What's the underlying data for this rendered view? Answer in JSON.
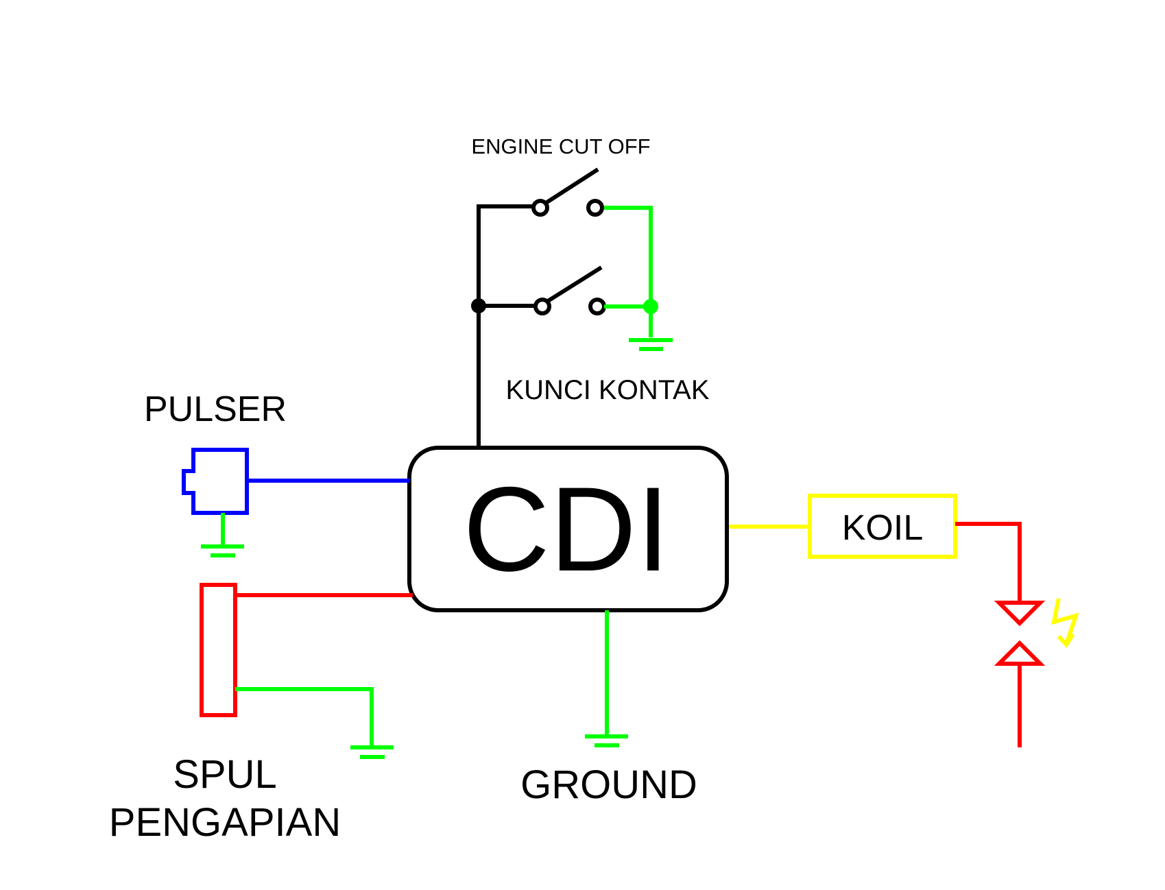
{
  "labels": {
    "engine_cut_off": "ENGINE CUT OFF",
    "kunci_kontak": "KUNCI KONTAK",
    "pulser": "PULSER",
    "cdi": "CDI",
    "koil": "KOIL",
    "spul_line1": "SPUL",
    "spul_line2": "PENGAPIAN",
    "ground": "GROUND"
  },
  "colors": {
    "black_wire": "#000000",
    "ground_wire": "#00ff00",
    "pulser_wire": "#0000ff",
    "spul_wire": "#ff0000",
    "koil_wire": "#ffff00",
    "spark": "#ffff00",
    "background": "#ffffff"
  },
  "components": [
    {
      "name": "CDI",
      "type": "control-unit"
    },
    {
      "name": "ENGINE CUT OFF",
      "type": "switch"
    },
    {
      "name": "KUNCI KONTAK",
      "type": "switch"
    },
    {
      "name": "PULSER",
      "type": "sensor"
    },
    {
      "name": "SPUL PENGAPIAN",
      "type": "coil"
    },
    {
      "name": "KOIL",
      "type": "ignition-coil"
    },
    {
      "name": "spark-plug",
      "type": "spark-gap"
    },
    {
      "name": "GROUND",
      "type": "ground"
    }
  ],
  "connections": [
    {
      "from": "CDI",
      "to": "ENGINE CUT OFF",
      "wire": "black"
    },
    {
      "from": "CDI",
      "to": "KUNCI KONTAK",
      "wire": "black"
    },
    {
      "from": "ENGINE CUT OFF",
      "to": "GROUND",
      "wire": "green"
    },
    {
      "from": "KUNCI KONTAK",
      "to": "GROUND",
      "wire": "green"
    },
    {
      "from": "PULSER",
      "to": "CDI",
      "wire": "blue"
    },
    {
      "from": "PULSER",
      "to": "GROUND",
      "wire": "green"
    },
    {
      "from": "SPUL PENGAPIAN",
      "to": "CDI",
      "wire": "red"
    },
    {
      "from": "SPUL PENGAPIAN",
      "to": "GROUND",
      "wire": "green"
    },
    {
      "from": "CDI",
      "to": "GROUND",
      "wire": "green"
    },
    {
      "from": "CDI",
      "to": "KOIL",
      "wire": "yellow"
    },
    {
      "from": "KOIL",
      "to": "spark-plug",
      "wire": "red"
    }
  ]
}
